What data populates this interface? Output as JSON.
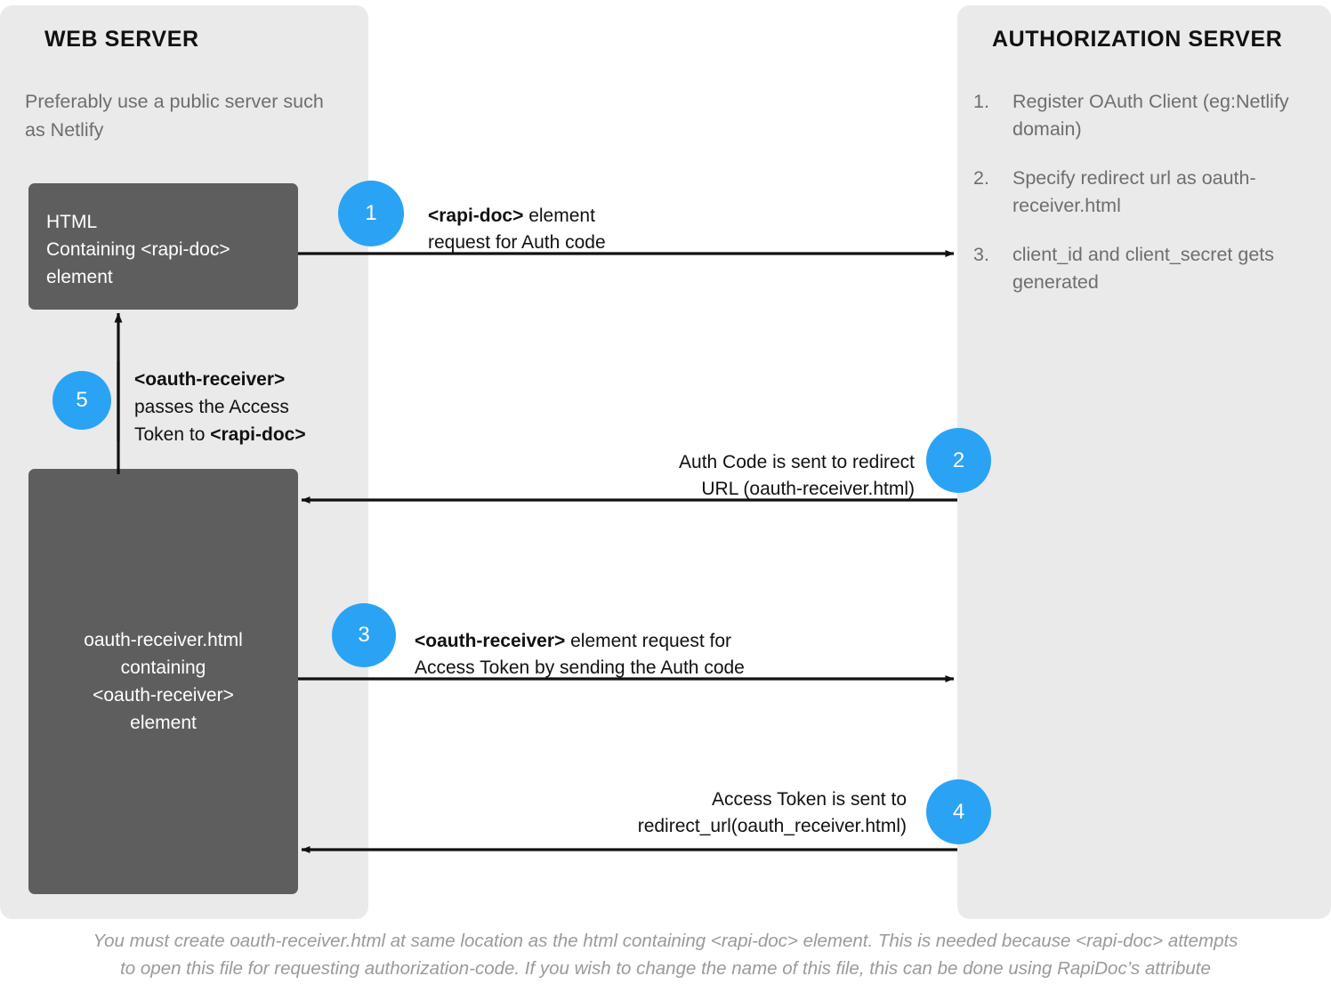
{
  "web_server": {
    "title": "WEB SERVER",
    "subtitle": "Preferably use a public server such as Netlify",
    "html_box": {
      "line1": "HTML",
      "line2": "Containing <rapi-doc>",
      "line3": "element"
    },
    "oauth_box": {
      "line1": "oauth-receiver.html",
      "line2": "containing",
      "line3": "<oauth-receiver>",
      "line4": "element"
    }
  },
  "auth_server": {
    "title": "AUTHORIZATION SERVER",
    "items": [
      {
        "num": "1.",
        "text": "Register OAuth Client (eg:Netlify domain)"
      },
      {
        "num": "2.",
        "text": "Specify redirect url as oauth-receiver.html"
      },
      {
        "num": "3.",
        "text": "client_id and client_secret gets generated"
      }
    ]
  },
  "steps": [
    {
      "number": "1",
      "label_bold": "<rapi-doc>",
      "label_rest": " element",
      "label_line2": "request for Auth code",
      "direction": "right"
    },
    {
      "number": "2",
      "label_line1": "Auth Code is sent to redirect",
      "label_line2": "URL (oauth-receiver.html)",
      "direction": "left"
    },
    {
      "number": "3",
      "label_bold": "<oauth-receiver>",
      "label_rest": " element request for",
      "label_line2": "Access Token by sending the Auth code",
      "direction": "right"
    },
    {
      "number": "4",
      "label_line1": "Access Token  is sent to",
      "label_line2": "redirect_url(oauth_receiver.html)",
      "direction": "left"
    },
    {
      "number": "5",
      "label_line1_bold": "<oauth-receiver>",
      "label_line2": "passes the Access",
      "label_line3_prefix": "Token to ",
      "label_line3_bold": "<rapi-doc>",
      "direction": "up"
    }
  ],
  "footer": {
    "line1": "You must create oauth-receiver.html at same location as the html containing <rapi-doc> element. This is needed because <rapi-doc> attempts",
    "line2": "to open this file for requesting authorization-code. If you wish to change the name of this file, this can be done using RapiDoc’s attribute"
  },
  "colors": {
    "panel_bg": "#eaeaea",
    "box_bg": "#5e5e5e",
    "accent": "#2aa3f5",
    "text_muted": "#6e6e6e",
    "footer_text": "#9a9a9a"
  }
}
